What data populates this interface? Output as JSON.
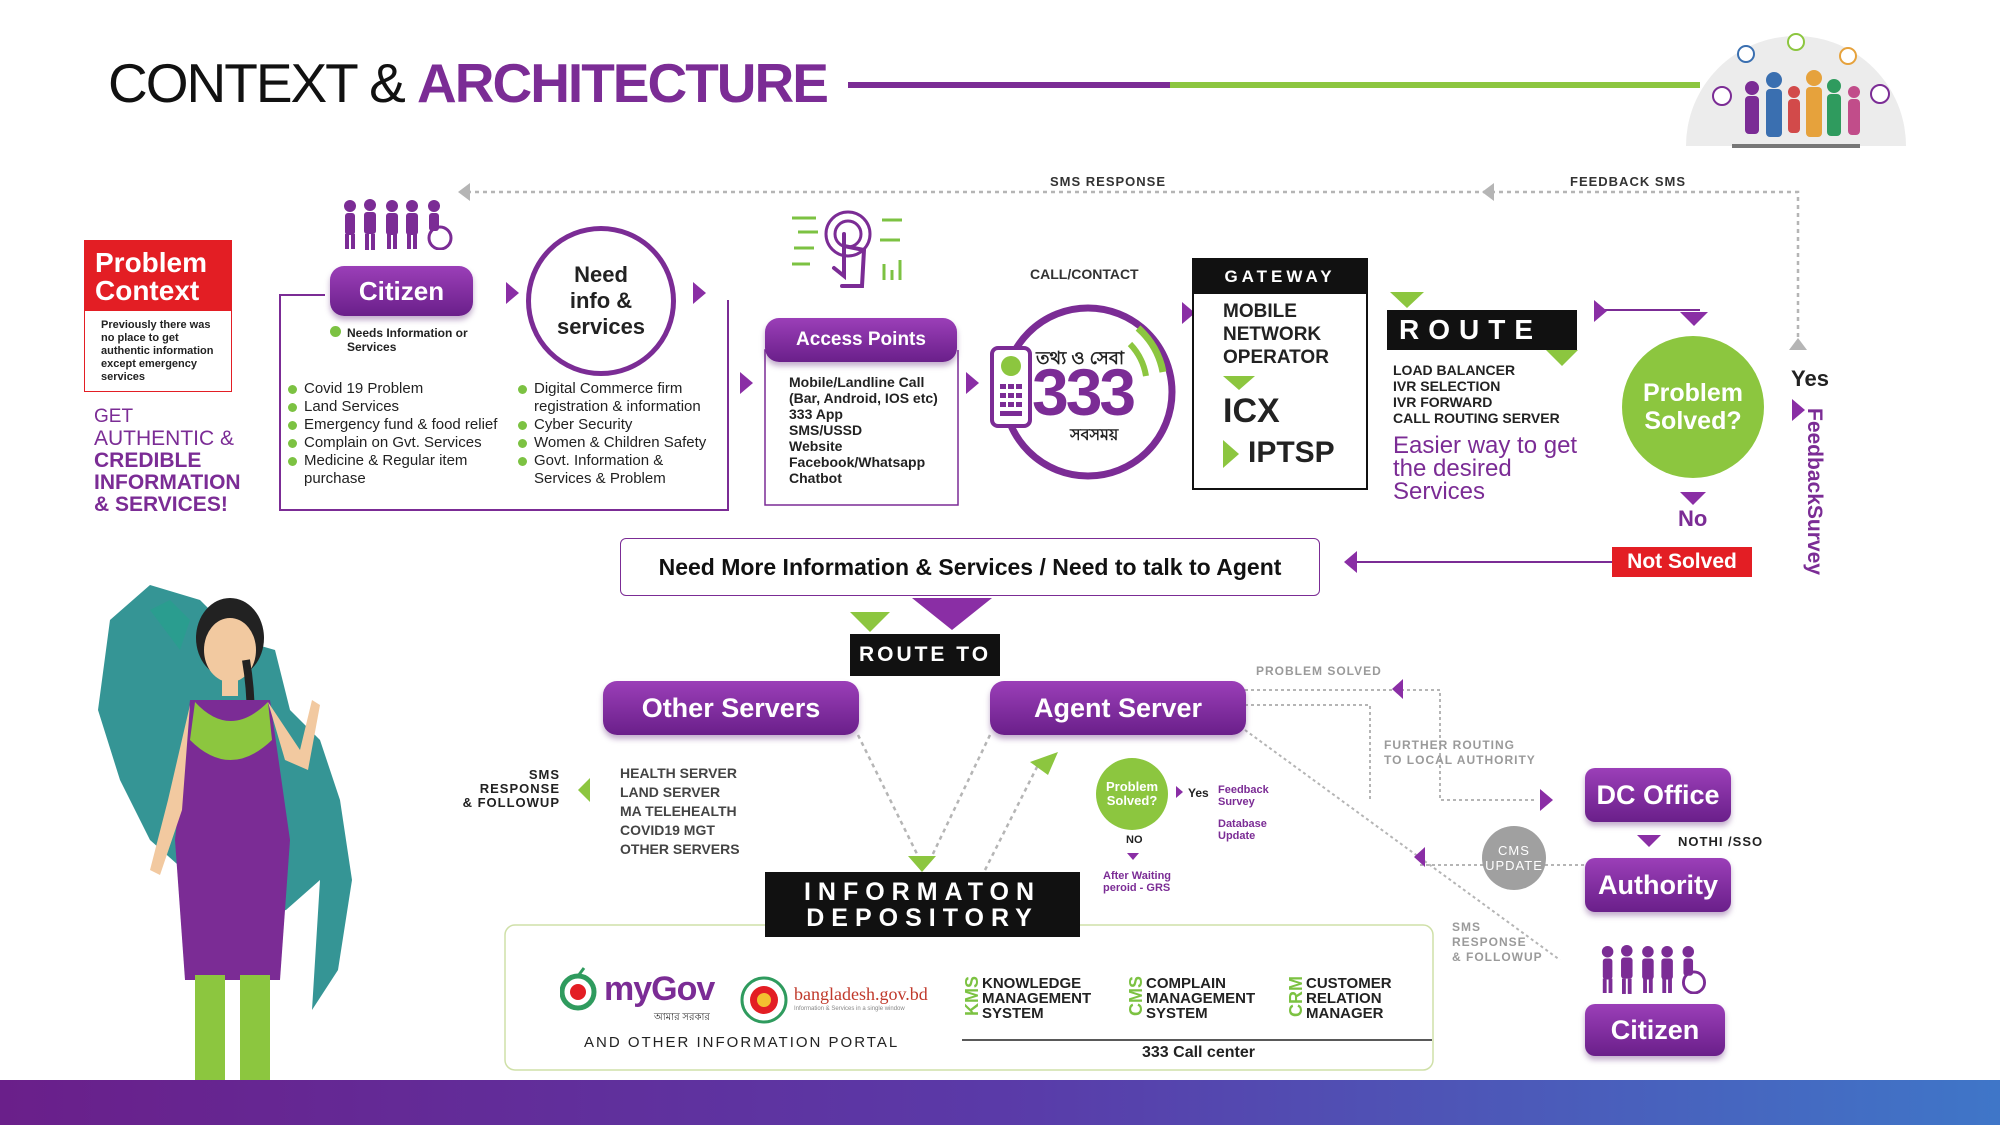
{
  "header": {
    "title_a": "CONTEXT & ",
    "title_b": "ARCHITECTURE"
  },
  "colors": {
    "purple": "#7b2c95",
    "green": "#8cc63f",
    "red": "#e31e24",
    "black": "#111111"
  },
  "problem": {
    "title_line1": "Problem",
    "title_line2": "Context",
    "desc": "Previously there was no place to get authentic information except emergency services"
  },
  "get_authentic": {
    "line1": "GET",
    "line2": "AUTHENTIC &",
    "line3": "CREDIBLE",
    "line4": "INFORMATION",
    "line5": "& SERVICES!"
  },
  "citizen": {
    "label": "Citizen",
    "needs": "Needs Information or Services"
  },
  "need_info": {
    "line1": "Need",
    "line2": "info &",
    "line3": "services"
  },
  "left_list": [
    "Covid 19 Problem",
    "Land Services",
    "Emergency fund & food relief",
    "Complain on Gvt. Services",
    "Medicine & Regular item purchase"
  ],
  "right_list": [
    "Digital Commerce firm registration & information",
    "Cyber Security",
    "Women & Children Safety",
    "Govt. Information & Services & Problem"
  ],
  "access_points": {
    "label": "Access Points",
    "items": [
      "Mobile/Landline Call (Bar, Android, IOS etc)",
      "333 App",
      "SMS/USSD",
      "Website",
      "Facebook/Whatsapp",
      "Chatbot"
    ]
  },
  "call_contact": "CALL/CONTACT",
  "logo333": {
    "top": "তথ্য ও সেবা",
    "num": "333",
    "bottom": "সবসময়"
  },
  "gateway": {
    "label": "GATEWAY",
    "mno_line1": "MOBILE",
    "mno_line2": "NETWORK",
    "mno_line3": "OPERATOR",
    "icx": "ICX",
    "iptsp": "IPTSP"
  },
  "route": {
    "label": "ROUTE",
    "items": [
      "LOAD BALANCER",
      "IVR SELECTION",
      "IVR FORWARD",
      "CALL ROUTING SERVER"
    ],
    "easier_line1": "Easier way to get",
    "easier_line2": "the desired",
    "easier_line3": "Services"
  },
  "problem_solved": {
    "line1": "Problem",
    "line2": "Solved?",
    "yes": "Yes",
    "no": "No",
    "not_solved": "Not Solved",
    "feedback_line1": "Feedback",
    "feedback_line2": "Survey"
  },
  "sms_response": "SMS RESPONSE",
  "feedback_sms": "FEEDBACK SMS",
  "need_more": "Need More Information & Services / Need to talk to Agent",
  "route_to": "ROUTE TO",
  "other_servers": {
    "label": "Other Servers",
    "items": [
      "HEALTH SERVER",
      "LAND SERVER",
      "MA TELEHEALTH",
      "COVID19 MGT",
      "OTHER SERVERS"
    ]
  },
  "sms_followup_left": {
    "line1": "SMS",
    "line2": "RESPONSE",
    "line3": "& FOLLOWUP"
  },
  "agent_server": "Agent Server",
  "small_solved": {
    "line1": "Problem",
    "line2": "Solved?",
    "yes": "Yes",
    "no": "NO",
    "feedback_line1": "Feedback",
    "feedback_line2": "Survey",
    "db_line1": "Database",
    "db_line2": "Update",
    "after_line1": "After Waiting",
    "after_line2": "peroid - GRS"
  },
  "problem_solved_lbl": "PROBLEM SOLVED",
  "further_routing": {
    "line1": "FURTHER ROUTING",
    "line2": "TO LOCAL AUTHORITY"
  },
  "dc_office": "DC Office",
  "nothi": "NOTHI /SSO",
  "cms": {
    "line1": "CMS",
    "line2": "UPDATE"
  },
  "authority": "Authority",
  "sms_followup_right": {
    "line1": "SMS",
    "line2": "RESPONSE",
    "line3": "& FOLLOWUP"
  },
  "citizen_right": "Citizen",
  "depository": {
    "line1": "INFORMATON",
    "line2": "DEPOSITORY"
  },
  "mygov": {
    "name": "myGov",
    "sub": "আমার সরকার"
  },
  "bdgov": {
    "name": "bangladesh.gov.bd",
    "sub": "Information & Services in a single window"
  },
  "other_portal": "AND OTHER INFORMATION PORTAL",
  "kms": {
    "abbr": "KMS",
    "line1": "KNOWLEDGE",
    "line2": "MANAGEMENT",
    "line3": "SYSTEM"
  },
  "cms_sys": {
    "abbr": "CMS",
    "line1": "COMPLAIN",
    "line2": "MANAGEMENT",
    "line3": "SYSTEM"
  },
  "crm": {
    "abbr": "CRM",
    "line1": "CUSTOMER",
    "line2": "RELATION",
    "line3": "MANAGER"
  },
  "call_center": "333 Call center"
}
